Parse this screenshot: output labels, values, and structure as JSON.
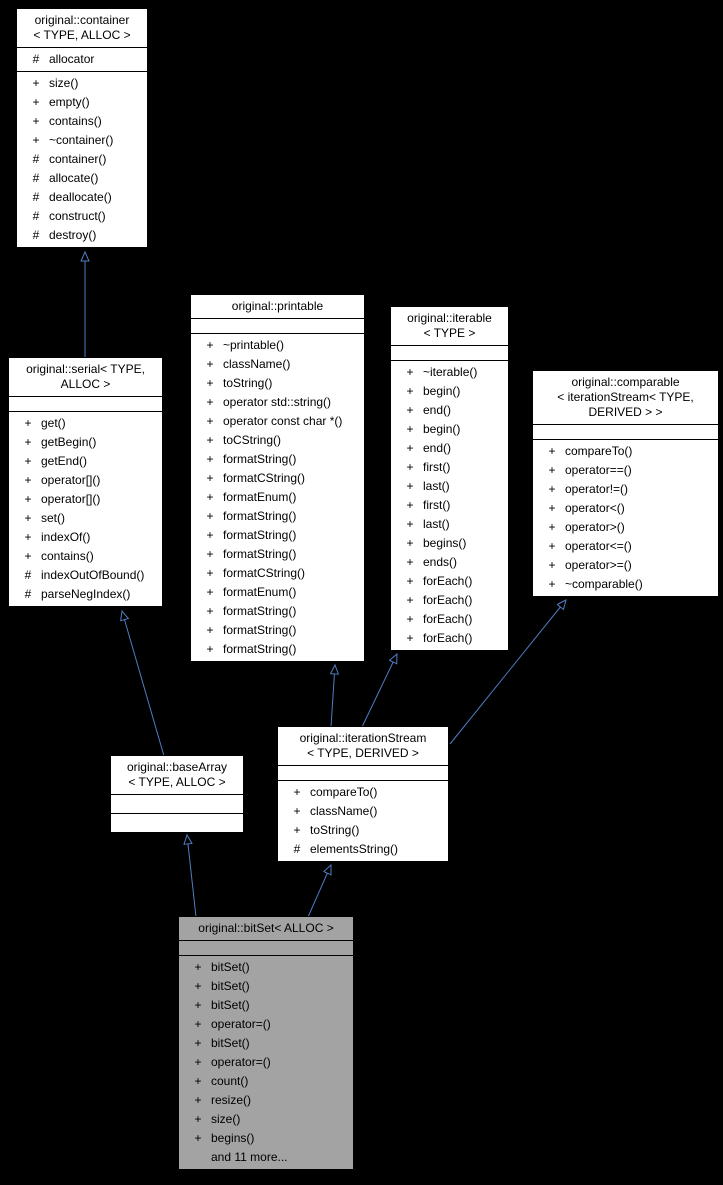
{
  "diagram": {
    "colors": {
      "background": "#000000",
      "box_fill": "#ffffff",
      "highlight_fill": "#a3a3a3",
      "border": "#000000",
      "arrow": "#4f7dc4",
      "text": "#000000"
    },
    "classes": [
      {
        "id": "container",
        "title_lines": [
          "original::container",
          "< TYPE, ALLOC >"
        ],
        "attributes": [
          {
            "vis": "#",
            "name": "allocator"
          }
        ],
        "methods": [
          {
            "vis": "+",
            "name": "size()"
          },
          {
            "vis": "+",
            "name": "empty()"
          },
          {
            "vis": "+",
            "name": "contains()"
          },
          {
            "vis": "+",
            "name": "~container()"
          },
          {
            "vis": "#",
            "name": "container()"
          },
          {
            "vis": "#",
            "name": "allocate()"
          },
          {
            "vis": "#",
            "name": "deallocate()"
          },
          {
            "vis": "#",
            "name": "construct()"
          },
          {
            "vis": "#",
            "name": "destroy()"
          }
        ]
      },
      {
        "id": "serial",
        "title_lines": [
          "original::serial< TYPE,",
          "ALLOC >"
        ],
        "attributes": [],
        "methods": [
          {
            "vis": "+",
            "name": "get()"
          },
          {
            "vis": "+",
            "name": "getBegin()"
          },
          {
            "vis": "+",
            "name": "getEnd()"
          },
          {
            "vis": "+",
            "name": "operator[]()"
          },
          {
            "vis": "+",
            "name": "operator[]()"
          },
          {
            "vis": "+",
            "name": "set()"
          },
          {
            "vis": "+",
            "name": "indexOf()"
          },
          {
            "vis": "+",
            "name": "contains()"
          },
          {
            "vis": "#",
            "name": "indexOutOfBound()"
          },
          {
            "vis": "#",
            "name": "parseNegIndex()"
          }
        ]
      },
      {
        "id": "printable",
        "title_lines": [
          "original::printable"
        ],
        "attributes": [],
        "methods": [
          {
            "vis": "+",
            "name": "~printable()"
          },
          {
            "vis": "+",
            "name": "className()"
          },
          {
            "vis": "+",
            "name": "toString()"
          },
          {
            "vis": "+",
            "name": "operator std::string()"
          },
          {
            "vis": "+",
            "name": "operator const char *()"
          },
          {
            "vis": "+",
            "name": "toCString()"
          },
          {
            "vis": "+",
            "name": "formatString()"
          },
          {
            "vis": "+",
            "name": "formatCString()"
          },
          {
            "vis": "+",
            "name": "formatEnum()"
          },
          {
            "vis": "+",
            "name": "formatString()"
          },
          {
            "vis": "+",
            "name": "formatString()"
          },
          {
            "vis": "+",
            "name": "formatString()"
          },
          {
            "vis": "+",
            "name": "formatCString()"
          },
          {
            "vis": "+",
            "name": "formatEnum()"
          },
          {
            "vis": "+",
            "name": "formatString()"
          },
          {
            "vis": "+",
            "name": "formatString()"
          },
          {
            "vis": "+",
            "name": "formatString()"
          }
        ]
      },
      {
        "id": "iterable",
        "title_lines": [
          "original::iterable",
          "< TYPE >"
        ],
        "attributes": [],
        "methods": [
          {
            "vis": "+",
            "name": "~iterable()"
          },
          {
            "vis": "+",
            "name": "begin()"
          },
          {
            "vis": "+",
            "name": "end()"
          },
          {
            "vis": "+",
            "name": "begin()"
          },
          {
            "vis": "+",
            "name": "end()"
          },
          {
            "vis": "+",
            "name": "first()"
          },
          {
            "vis": "+",
            "name": "last()"
          },
          {
            "vis": "+",
            "name": "first()"
          },
          {
            "vis": "+",
            "name": "last()"
          },
          {
            "vis": "+",
            "name": "begins()"
          },
          {
            "vis": "+",
            "name": "ends()"
          },
          {
            "vis": "+",
            "name": "forEach()"
          },
          {
            "vis": "+",
            "name": "forEach()"
          },
          {
            "vis": "+",
            "name": "forEach()"
          },
          {
            "vis": "+",
            "name": "forEach()"
          }
        ]
      },
      {
        "id": "comparable",
        "title_lines": [
          "original::comparable",
          "< iterationStream< TYPE,",
          "DERIVED > >"
        ],
        "attributes": [],
        "methods": [
          {
            "vis": "+",
            "name": "compareTo()"
          },
          {
            "vis": "+",
            "name": "operator==()"
          },
          {
            "vis": "+",
            "name": "operator!=()"
          },
          {
            "vis": "+",
            "name": "operator<()"
          },
          {
            "vis": "+",
            "name": "operator>()"
          },
          {
            "vis": "+",
            "name": "operator<=()"
          },
          {
            "vis": "+",
            "name": "operator>=()"
          },
          {
            "vis": "+",
            "name": "~comparable()"
          }
        ]
      },
      {
        "id": "baseArray",
        "title_lines": [
          "original::baseArray",
          "< TYPE, ALLOC >"
        ],
        "attributes": [],
        "methods": []
      },
      {
        "id": "iterationStream",
        "title_lines": [
          "original::iterationStream",
          "< TYPE, DERIVED >"
        ],
        "attributes": [],
        "methods": [
          {
            "vis": "+",
            "name": "compareTo()"
          },
          {
            "vis": "+",
            "name": "className()"
          },
          {
            "vis": "+",
            "name": "toString()"
          },
          {
            "vis": "#",
            "name": "elementsString()"
          }
        ]
      },
      {
        "id": "bitSet",
        "title_lines": [
          "original::bitSet< ALLOC >"
        ],
        "highlighted": true,
        "attributes": [],
        "methods": [
          {
            "vis": "+",
            "name": "bitSet()"
          },
          {
            "vis": "+",
            "name": "bitSet()"
          },
          {
            "vis": "+",
            "name": "bitSet()"
          },
          {
            "vis": "+",
            "name": "operator=()"
          },
          {
            "vis": "+",
            "name": "bitSet()"
          },
          {
            "vis": "+",
            "name": "operator=()"
          },
          {
            "vis": "+",
            "name": "count()"
          },
          {
            "vis": "+",
            "name": "resize()"
          },
          {
            "vis": "+",
            "name": "size()"
          },
          {
            "vis": "+",
            "name": "begins()"
          },
          {
            "vis": "",
            "name": "and 11 more..."
          }
        ]
      }
    ],
    "inheritance": [
      {
        "child": "serial",
        "parent": "container"
      },
      {
        "child": "baseArray",
        "parent": "serial"
      },
      {
        "child": "iterationStream",
        "parent": "printable"
      },
      {
        "child": "iterationStream",
        "parent": "iterable"
      },
      {
        "child": "iterationStream",
        "parent": "comparable"
      },
      {
        "child": "bitSet",
        "parent": "baseArray"
      },
      {
        "child": "bitSet",
        "parent": "iterationStream"
      }
    ]
  }
}
